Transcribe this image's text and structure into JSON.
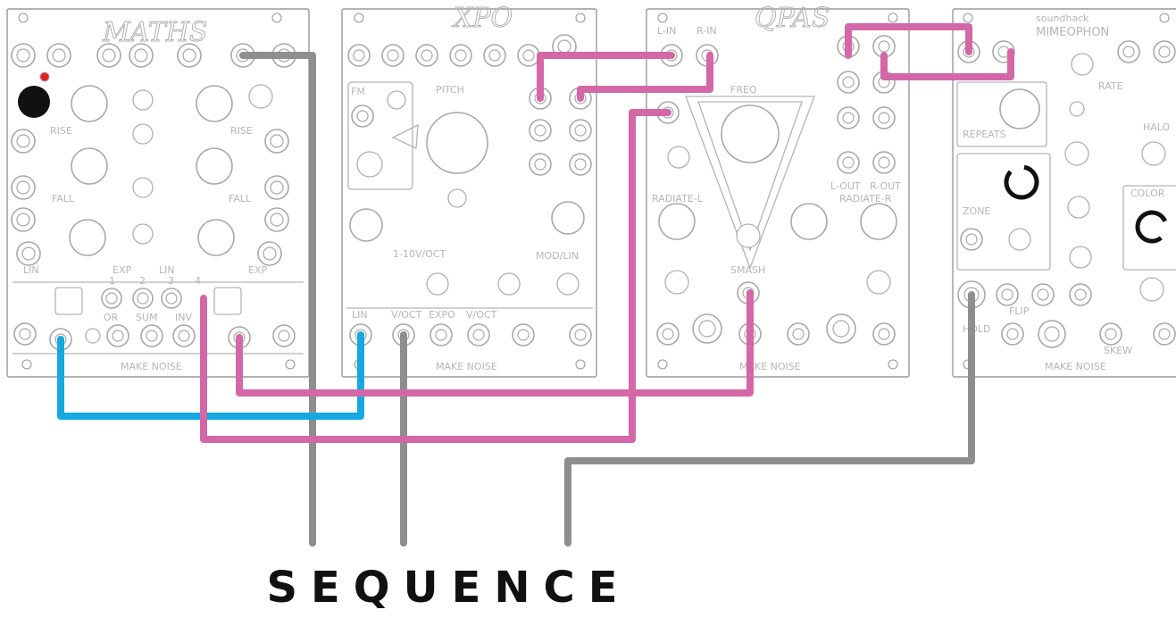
{
  "caption": "SEQUENCE",
  "modules": {
    "maths": {
      "title": "MATHS",
      "labels": [
        "RISE",
        "RISE",
        "FALL",
        "FALL",
        "LIN",
        "EXP",
        "LIN",
        "EXP",
        "OR",
        "SUM",
        "INV",
        "1",
        "2",
        "3",
        "4",
        "MAKE NOISE"
      ]
    },
    "xpo": {
      "title": "XPO",
      "labels": [
        "FM",
        "PITCH",
        "1-10V/OCT",
        "LIN",
        "V/OCT",
        "EXPO",
        "V/OCT",
        "MOD/LIN",
        "MAKE NOISE"
      ]
    },
    "qpas": {
      "title": "QPAS",
      "labels": [
        "L-IN",
        "R-IN",
        "FREQ",
        "RADIATE-L",
        "RADIATE-R",
        "SMASH",
        "L-OUT",
        "R-OUT",
        "MAKE NOISE"
      ]
    },
    "mimeophon": {
      "title": "MIMEOPHON",
      "subtitle": "soundhack",
      "labels": [
        "REPEATS",
        "RATE",
        "ZONE",
        "HALO",
        "COLOR",
        "HOLD",
        "FLIP",
        "SKEW",
        "MAKE NOISE"
      ]
    }
  },
  "cable_colors": {
    "blue": "#16a8e0",
    "pink": "#d467a7",
    "gray": "#8e8e8e"
  }
}
